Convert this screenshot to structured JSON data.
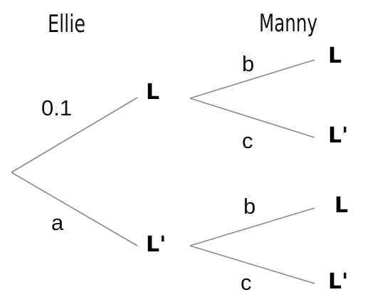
{
  "diagram": {
    "headers": {
      "stage1": "Ellie",
      "stage2": "Manny"
    },
    "stage1": {
      "top_probability": "0.1",
      "bottom_probability": "a",
      "top_outcome": "L",
      "bottom_outcome": "L'"
    },
    "stage2_upper": {
      "top_probability": "b",
      "bottom_probability": "c",
      "top_outcome": "L",
      "bottom_outcome": "L'"
    },
    "stage2_lower": {
      "top_probability": "b",
      "bottom_probability": "c",
      "top_outcome": "L",
      "bottom_outcome": "L'"
    }
  }
}
